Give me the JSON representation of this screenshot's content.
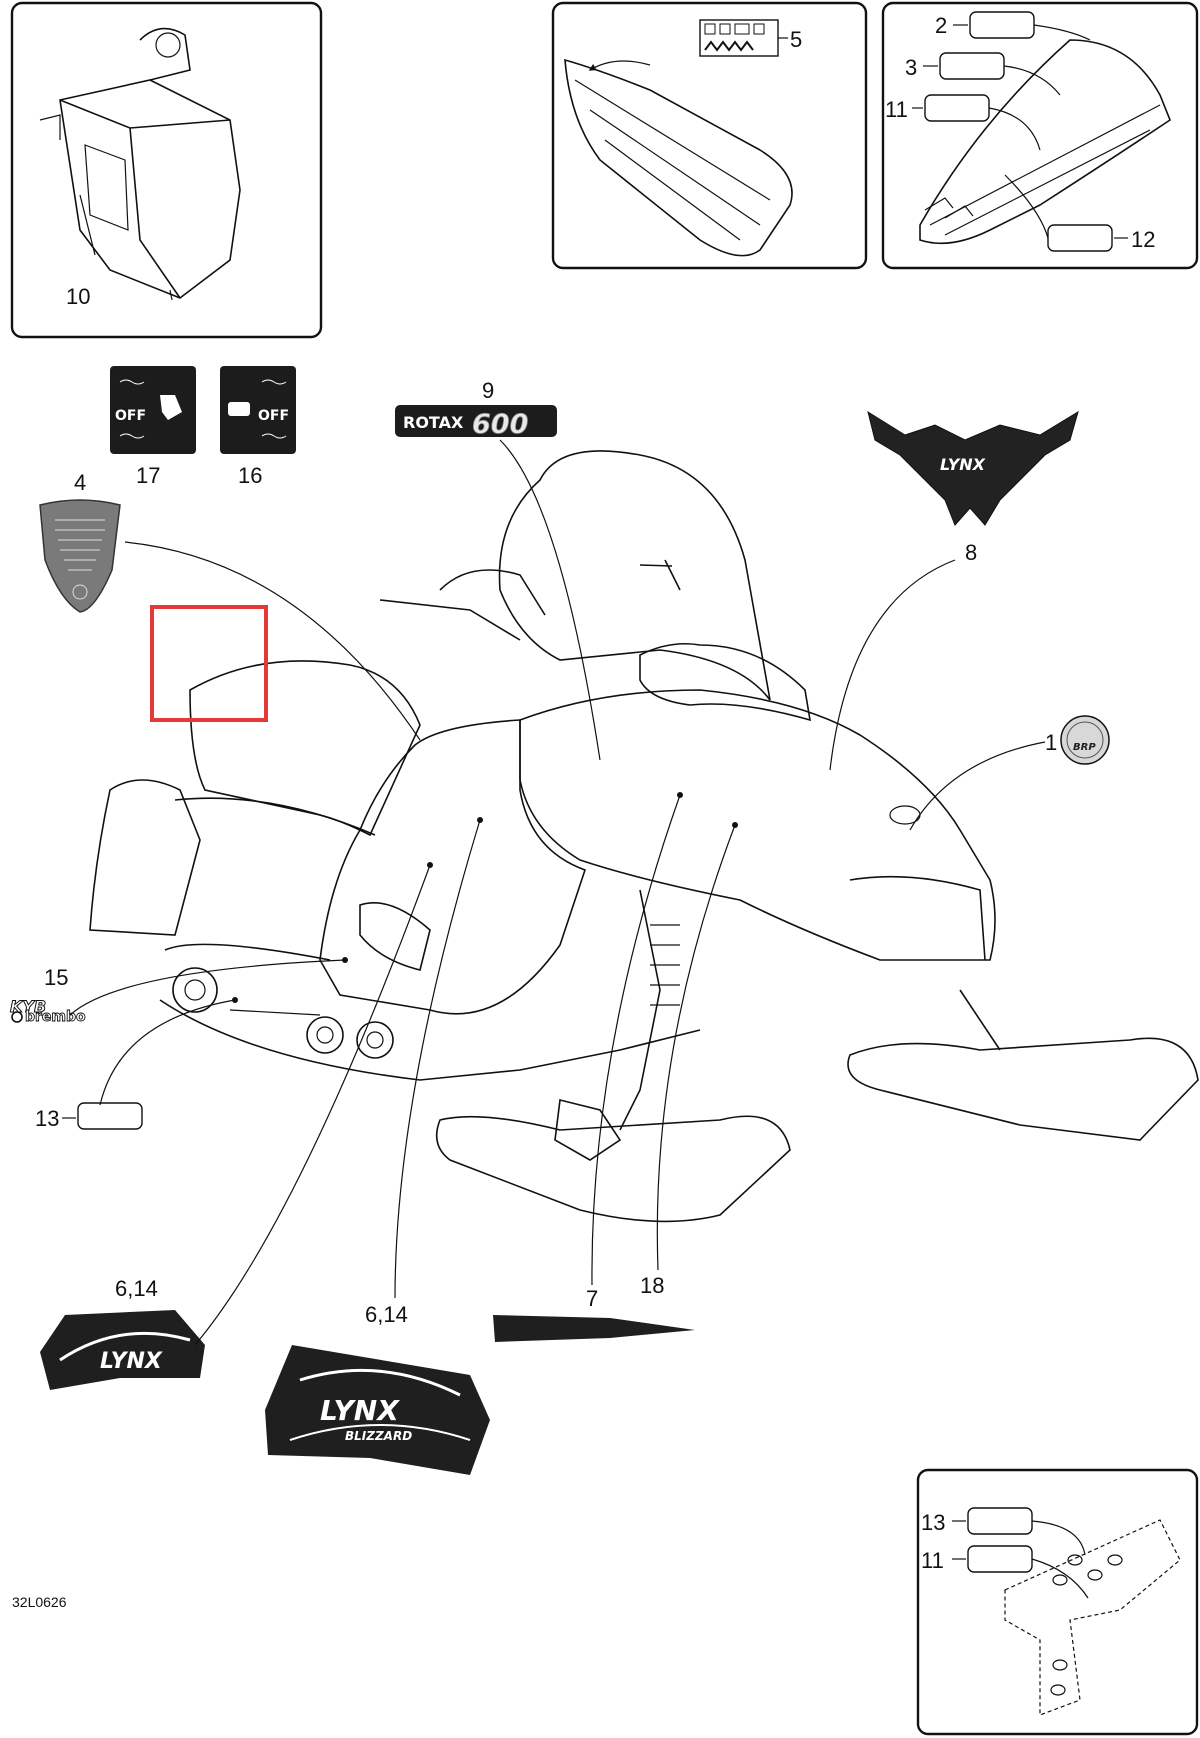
{
  "callouts": {
    "c1": "1",
    "c2": "2",
    "c3": "3",
    "c4": "4",
    "c5": "5",
    "c6a": "6,14",
    "c6b": "6,14",
    "c7": "7",
    "c8": "8",
    "c9": "9",
    "c10": "10",
    "c11a": "11",
    "c11b": "11",
    "c12": "12",
    "c13a": "13",
    "c13b": "13",
    "c15": "15",
    "c16": "16",
    "c17": "17",
    "c18": "18"
  },
  "decals": {
    "rotax_word": "ROTAX",
    "rotax_number": "600",
    "lynx_text": "LYNX",
    "lynx_sub": "BLIZZARD",
    "kyb_text": "KYB",
    "brembo_text": "brembo",
    "off_text": "OFF",
    "brp_text": "BRP"
  },
  "drawing_code": "32L0626",
  "colors": {
    "highlight": "#e53935",
    "ink": "#111111",
    "sticker": "#1c1c1c"
  }
}
